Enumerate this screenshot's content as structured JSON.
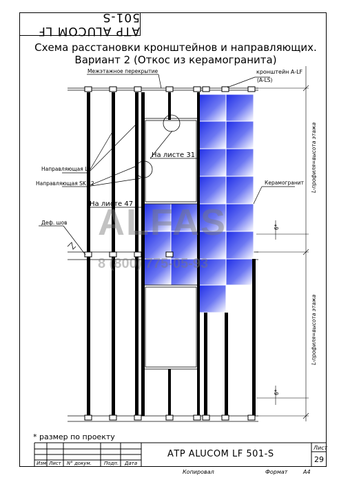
{
  "stamp": "АТР ALUCOM LF 501-S",
  "title": {
    "line1": "Схема расстановки кронштейнов и направляющих.",
    "line2": "Вариант 2 (Откос из керамогранита)"
  },
  "labels": {
    "floor_slab": "Межэтажное перекрытие",
    "bracket": "кронштейн A-LF",
    "bracket_alt": "(A-LS)",
    "sheet31": "На листе 31",
    "sheet47": "На листе 47",
    "guide_lf": "Направляющая LF",
    "guide_sk": "Направляющая SK 12",
    "def_seam": "Деф. шов",
    "ceramic": "Керамогранит",
    "height_top": "L-профиля=высота этажа",
    "height_bottom": "L-профиля=высота этажа",
    "dim_top": "6*",
    "dim_bottom": "6*"
  },
  "watermark": {
    "brand": "ALFAS",
    "phone": "8 (800) 775-05-93"
  },
  "note": "* размер по проекту",
  "title_block": {
    "headers": [
      "Изм.",
      "Лист",
      "N° докум.",
      "Подп.",
      "Дата"
    ],
    "code": "АТР ALUCOM LF 501-S",
    "sheet_label": "Лист",
    "sheet_number": "29",
    "copied": "Копировал",
    "format_label": "Формат",
    "format_value": "A4"
  },
  "colors": {
    "tile_blue": "#1f2ee8",
    "line": "#000000"
  }
}
